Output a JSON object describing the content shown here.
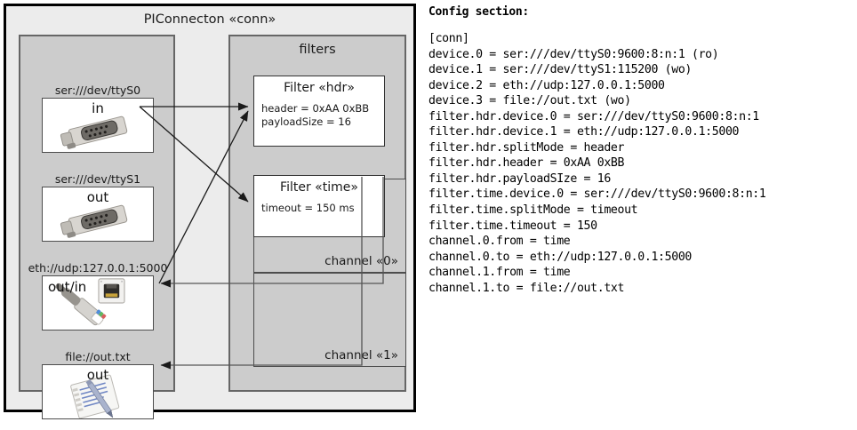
{
  "diagram": {
    "title": "PIConnecton «conn»",
    "devices_panel": {
      "name": "devices",
      "items": [
        {
          "label": "ser:///dev/ttyS0",
          "io": "in",
          "icon": "serial-port-icon"
        },
        {
          "label": "ser:///dev/ttyS1",
          "io": "out",
          "icon": "serial-port-icon"
        },
        {
          "label": "eth://udp:127.0.0.1:5000",
          "io": "out/in",
          "icon": "ethernet-jack-icon"
        },
        {
          "label": "file://out.txt",
          "io": "out",
          "icon": "text-file-icon"
        }
      ]
    },
    "filters_panel": {
      "title": "filters",
      "filters": [
        {
          "title": "Filter «hdr»",
          "props": [
            "header = 0xAA 0xBB",
            "payloadSize = 16"
          ]
        },
        {
          "title": "Filter «time»",
          "props": [
            "timeout = 150 ms"
          ]
        }
      ],
      "channels": [
        {
          "label": "channel «0»"
        },
        {
          "label": "channel «1»"
        }
      ]
    },
    "colors": {
      "canvas": "#ececec",
      "panel": "#cccccc",
      "panel_border": "#666666",
      "box": "#ffffff",
      "box_border": "#333333",
      "outline": "#000000",
      "arrow": "#1a1a1a"
    }
  },
  "config": {
    "heading": "Config section:",
    "lines": [
      "[conn]",
      "device.0 = ser:///dev/ttyS0:9600:8:n:1 (ro)",
      "device.1 = ser:///dev/ttyS1:115200 (wo)",
      "device.2 = eth://udp:127.0.0.1:5000",
      "device.3 = file://out.txt (wo)",
      "filter.hdr.device.0 = ser:///dev/ttyS0:9600:8:n:1",
      "filter.hdr.device.1 = eth://udp:127.0.0.1:5000",
      "filter.hdr.splitMode = header",
      "filter.hdr.header = 0xAA 0xBB",
      "filter.hdr.payloadSIze = 16",
      "filter.time.device.0 = ser:///dev/ttyS0:9600:8:n:1",
      "filter.time.splitMode = timeout",
      "filter.time.timeout = 150",
      "channel.0.from = time",
      "channel.0.to = eth://udp:127.0.0.1:5000",
      "channel.1.from = time",
      "channel.1.to = file://out.txt"
    ]
  }
}
